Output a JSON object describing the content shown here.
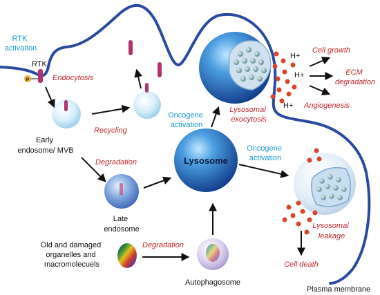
{
  "colors": {
    "membrane": "#2a4aa0",
    "arrow": "#111111",
    "label_red": "#c0272d",
    "label_blue": "#1a9ad6",
    "receptor": "#b0326e",
    "phospho": "#f0a830",
    "particle": "#d6452c"
  },
  "labels": {
    "rtk_activation_1": "RTK",
    "rtk_activation_2": "activation",
    "rtk": "RTK",
    "p": "P",
    "endocytosis": "Endocytosis",
    "recycling": "Recycling",
    "early_endosome_1": "Early",
    "early_endosome_2": "endosome/ MVB",
    "degradation_1": "Degradation",
    "late_endosome_1": "Late",
    "late_endosome_2": "endosome",
    "lysosome": "Lysosome",
    "oncogene_activation_a1": "Oncogene",
    "oncogene_activation_a2": "activation",
    "oncogene_activation_b1": "Oncogene",
    "oncogene_activation_b2": "activation",
    "lysosomal_exocytosis_1": "Lysosomal",
    "lysosomal_exocytosis_2": "exocytosis",
    "h_plus_1": "H+",
    "h_plus_2": "H+",
    "h_plus_3": "H+",
    "cell_growth": "Cell growth",
    "ecm_degradation_1": "ECM",
    "ecm_degradation_2": "degradation",
    "angiogenesis": "Angiogenesis",
    "old_damaged_1": "Old and damaged",
    "old_damaged_2": "organelles and",
    "old_damaged_3": "macromolecuels",
    "degradation_2": "Degradation",
    "autophagosome": "Autophagosome",
    "lysosomal_leakage_1": "Lysosomal",
    "lysosomal_leakage_2": "leakage",
    "cell_death": "Cell death",
    "plasma_membrane": "Plasma membrane"
  }
}
